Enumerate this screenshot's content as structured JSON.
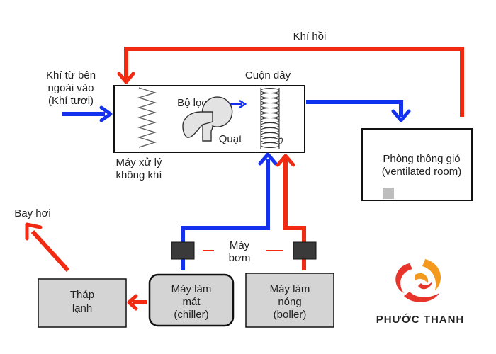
{
  "labels": {
    "return_air": "Khí hồi",
    "outside_air_1": "Khí từ bên",
    "outside_air_2": "ngoài vào",
    "outside_air_3": "(Khí tươi)",
    "coil": "Cuộn dây",
    "filter": "Bộ lọc",
    "fan": "Quạt",
    "ahu_1": "Máy xử lý",
    "ahu_2": "không khí",
    "room_1": "Phòng thông gió",
    "room_2": "(ventilated room)",
    "evaporate": "Bay hơi",
    "pump_1": "Máy",
    "pump_2": "bơm",
    "tower_1": "Tháp",
    "tower_2": "lạnh",
    "chiller_1": "Máy làm",
    "chiller_2": "mát",
    "chiller_3": "(chiller)",
    "boiler_1": "Máy làm",
    "boiler_2": "nóng",
    "boiler_3": "(boller)"
  },
  "brand": {
    "name": "PHƯỚC THANH"
  },
  "colors": {
    "blue": "#1531f0",
    "red": "#f22a12",
    "box_fill": "#d4d4d4",
    "pump_fill": "#3a3a3a",
    "logo_red": "#e8352b",
    "logo_orange": "#f39a1e"
  }
}
